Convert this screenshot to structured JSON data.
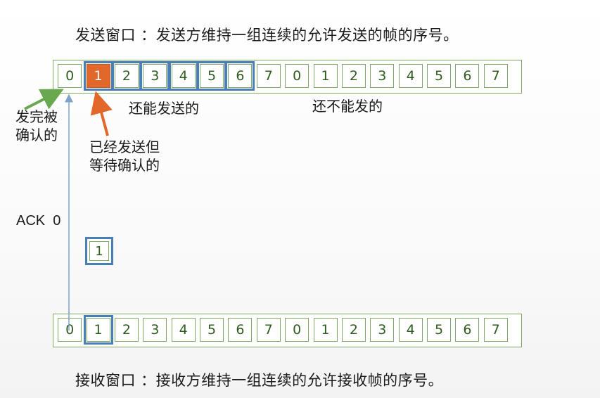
{
  "sender_title": "发送窗口 ：发送方维持一组连续的允许发送的帧的序号。",
  "receiver_title": "接收窗口 ：接收方维持一组连续的允许接收帧的序号。",
  "sender_frames": [
    "0",
    "1",
    "2",
    "3",
    "4",
    "5",
    "6",
    "7",
    "0",
    "1",
    "2",
    "3",
    "4",
    "5",
    "6",
    "7"
  ],
  "receiver_frames": [
    "0",
    "1",
    "2",
    "3",
    "4",
    "5",
    "6",
    "7",
    "0",
    "1",
    "2",
    "3",
    "4",
    "5",
    "6",
    "7"
  ],
  "labels": {
    "acked": "发完被\n确认的",
    "waiting": "已经发送但\n等待确认的",
    "can_send": "还能发送的",
    "cannot_send": "还不能发的",
    "ack": "ACK  0"
  },
  "in_transit_frame": "1",
  "colors": {
    "window_border": "#4a7fb5",
    "sent_fill": "#e2672b",
    "cell_border": "#7fa86a",
    "acked_arrow": "#6aa84f",
    "waiting_arrow": "#e2672b",
    "ack_line": "#7fa3c9"
  }
}
